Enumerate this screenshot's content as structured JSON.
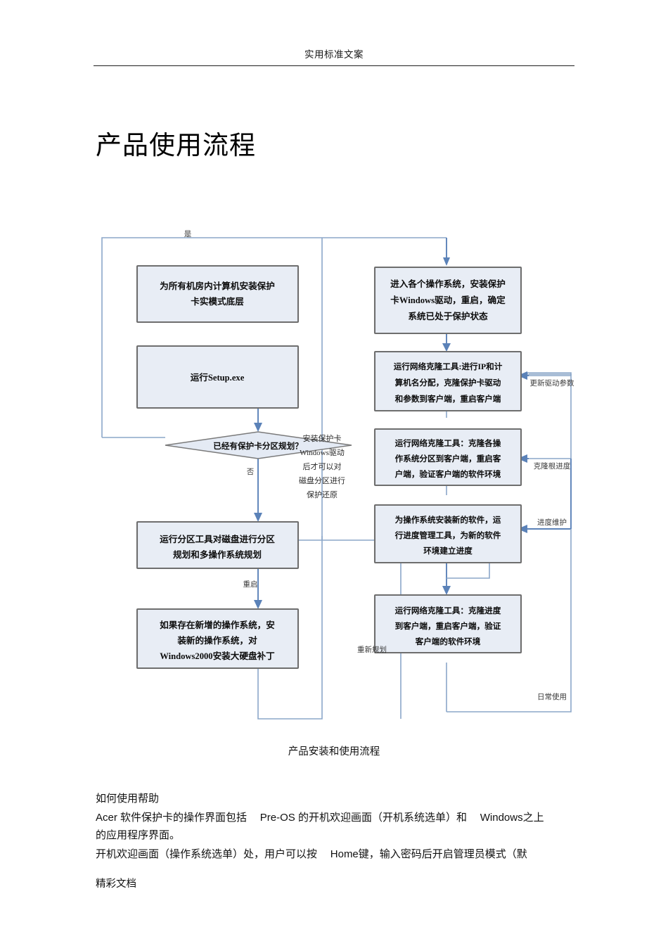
{
  "page": {
    "header_text": "实用标准文案",
    "title": "产品使用流程",
    "caption": "产品安装和使用流程",
    "footer_text": "精彩文档"
  },
  "flowchart": {
    "left_nodes": [
      {
        "id": "install-realmode",
        "lines": [
          "为所有机房内计算机安装保护",
          "卡实模式底层"
        ]
      },
      {
        "id": "run-setup",
        "lines": [
          "运行Setup.exe"
        ]
      },
      {
        "id": "partition-decision",
        "lines": [
          "已经有保护卡分区规划？"
        ],
        "shape": "diamond"
      },
      {
        "id": "run-partition-tool",
        "lines": [
          "运行分区工具对磁盘进行分区",
          "规划和多操作系统规划"
        ]
      },
      {
        "id": "install-new-os",
        "lines": [
          "如果存在新增的操作系统，安",
          "装新的操作系统，对",
          "Windows2000安装大硬盘补丁"
        ]
      }
    ],
    "right_nodes": [
      {
        "id": "install-windows-driver",
        "lines": [
          "进入各个操作系统，安装保护",
          "卡Windows驱动，重启，确定",
          "系统已处于保护状态"
        ]
      },
      {
        "id": "net-clone-ip",
        "lines": [
          "运行网络克隆工具:进行IP和计",
          "算机名分配，克隆保护卡驱动",
          "和参数到客户端，重启客户端"
        ]
      },
      {
        "id": "net-clone-partition",
        "lines": [
          "运行网络克隆工具：克隆各操",
          "作系统分区到客户端，重启客",
          "户端，验证客户端的软件环境"
        ]
      },
      {
        "id": "install-software-progress",
        "lines": [
          "为操作系统安装新的软件，运",
          "行进度管理工具，为新的软件",
          "环境建立进度"
        ]
      },
      {
        "id": "net-clone-progress",
        "lines": [
          "运行网络克隆工具：克隆进度",
          "到客户端，重启客户端，验证",
          "客户端的软件环境"
        ]
      }
    ],
    "center_note": [
      "安装保护卡",
      "Windows驱动",
      "后才可以对",
      "磁盘分区进行",
      "保护还原"
    ],
    "edge_labels": {
      "yes": "是",
      "no": "否",
      "restart": "重启",
      "update_driver_params": "更新驱动参数",
      "clone_root_progress": "克隆根进度",
      "progress_maintain": "进度维护",
      "replan": "重新规划",
      "daily_use": "日常使用"
    }
  },
  "body": {
    "heading": "如何使用帮助",
    "para1_seg1": "Acer ",
    "para1_seg2": "软件保护卡的操作界面包括     ",
    "para1_seg3": "Pre-OS ",
    "para1_seg4": "的开机欢迎画面（开机系统选单）和     ",
    "para1_seg5": "Windows",
    "para1_seg6": "之上",
    "para1_line2": "的应用程序界面。",
    "para2_seg1": "开机欢迎画面（操作系统选单）处，用户可以按     ",
    "para2_seg2": "Home",
    "para2_seg3": "键，输入密码后开启管理员模式（默"
  }
}
